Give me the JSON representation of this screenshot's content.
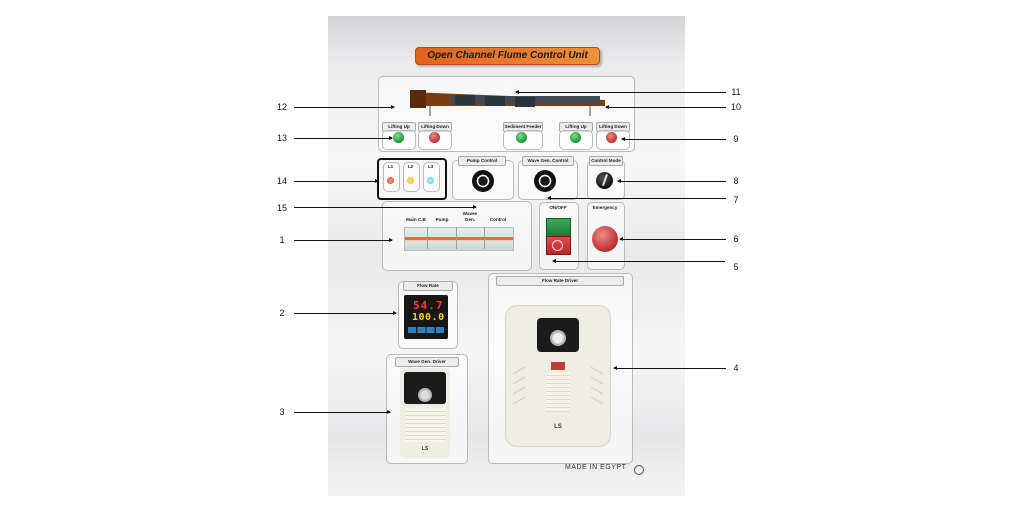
{
  "title": "Open Channel Flume Control Unit",
  "flume_panel": {
    "left_lifting_up": "Lifting Up",
    "left_lifting_down": "Lifting Down",
    "sediment_feeder": "Sediment Feeder",
    "right_lifting_up": "Lifting Up",
    "right_lifting_down": "Lifting Down"
  },
  "indicators": [
    "L1",
    "L2",
    "L3"
  ],
  "pump_control": "Pump Control",
  "wave_gen_control": "Wave Gen. Control",
  "control_mode": "Control Mode",
  "breakers": {
    "main": "Main C.B",
    "pump": "Pump",
    "waves_gen": "Waves Gen.",
    "control": "Control"
  },
  "on_off": "ON/OFF",
  "emergency": "Emergency",
  "flow_rate": {
    "label": "Flow Rate",
    "pv": "54.7",
    "sv": "100.0"
  },
  "flow_rate_driver": "Flow Rate Driver",
  "wave_gen_driver": "Wave Gen. Driver",
  "drive_brand": "LS",
  "made_in": "MADE IN EGYPT",
  "callouts": [
    "1",
    "2",
    "3",
    "4",
    "5",
    "6",
    "7",
    "8",
    "9",
    "10",
    "11",
    "12",
    "13",
    "14",
    "15"
  ]
}
